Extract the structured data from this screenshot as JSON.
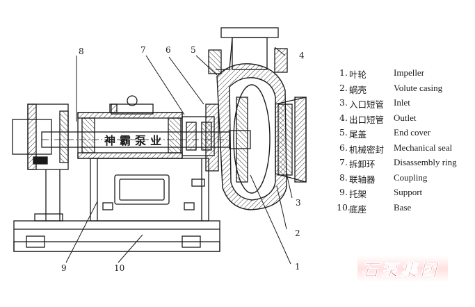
{
  "callouts": [
    "1",
    "2",
    "3",
    "4",
    "5",
    "6",
    "7",
    "8",
    "9",
    "10"
  ],
  "body_lettering": "神霸泵业",
  "legend": [
    {
      "num": "1.",
      "cn": "叶轮",
      "en": "Impeller"
    },
    {
      "num": "2.",
      "cn": "蜗壳",
      "en": "Volute casing"
    },
    {
      "num": "3.",
      "cn": "入口短管",
      "en": "Inlet"
    },
    {
      "num": "4.",
      "cn": "出口短管",
      "en": "Outlet"
    },
    {
      "num": "5.",
      "cn": "尾盖",
      "en": "End cover"
    },
    {
      "num": "6.",
      "cn": "机械密封",
      "en": "Mechanical seal"
    },
    {
      "num": "7.",
      "cn": "拆卸环",
      "en": "Disassembly ring"
    },
    {
      "num": "8.",
      "cn": "联轴器",
      "en": "Coupling"
    },
    {
      "num": "9.",
      "cn": "托架",
      "en": "Support"
    },
    {
      "num": "10.",
      "cn": "底座",
      "en": "Base"
    }
  ],
  "company_mark": "石泵集团",
  "colors": {
    "line": "#1a1a1a",
    "hatch": "#333333",
    "mark": "#c8102e"
  }
}
